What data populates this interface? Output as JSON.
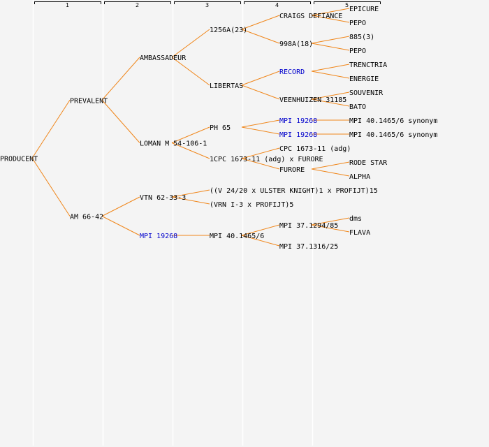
{
  "colors": {
    "background": "#f4f4f4",
    "edge": "#f0861a",
    "separator": "#ffffff",
    "text": "#000000",
    "link_text": "#0000cc",
    "ruler": "#000000"
  },
  "ruler": {
    "levels": [
      "1",
      "2",
      "3",
      "4",
      "5"
    ]
  },
  "tree": {
    "label": "PRODUCENT",
    "link": false,
    "children": [
      {
        "label": "PREVALENT",
        "link": false,
        "children": [
          {
            "label": "AMBASSADEUR",
            "link": false,
            "children": [
              {
                "label": "1256A(23)",
                "link": false,
                "children": [
                  {
                    "label": "CRAIGS DEFIANCE",
                    "link": false,
                    "children": [
                      {
                        "label": "EPICURE",
                        "link": false
                      },
                      {
                        "label": "PEPO",
                        "link": false
                      }
                    ]
                  },
                  {
                    "label": "998A(18)",
                    "link": false,
                    "children": [
                      {
                        "label": "885(3)",
                        "link": false
                      },
                      {
                        "label": "PEPO",
                        "link": false
                      }
                    ]
                  }
                ]
              },
              {
                "label": "LIBERTAS",
                "link": false,
                "children": [
                  {
                    "label": "RECORD",
                    "link": true,
                    "children": [
                      {
                        "label": "TRENCTRIA",
                        "link": false
                      },
                      {
                        "label": "ENERGIE",
                        "link": false
                      }
                    ]
                  },
                  {
                    "label": "VEENHUIZEN 31185",
                    "link": false,
                    "children": [
                      {
                        "label": "SOUVENIR",
                        "link": false
                      },
                      {
                        "label": "BATO",
                        "link": false
                      }
                    ]
                  }
                ]
              }
            ]
          },
          {
            "label": "LOMAN M 54-106-1",
            "link": false,
            "children": [
              {
                "label": "PH 65",
                "link": false,
                "children": [
                  {
                    "label": "MPI 19268",
                    "link": true,
                    "children": [
                      {
                        "label": "MPI 40.1465/6 synonym",
                        "link": false
                      }
                    ]
                  },
                  {
                    "label": "MPI 19268",
                    "link": true,
                    "children": [
                      {
                        "label": "MPI 40.1465/6 synonym",
                        "link": false
                      }
                    ]
                  }
                ]
              },
              {
                "label": "1CPC 1673-11 (adg) x FURORE",
                "link": false,
                "children": [
                  {
                    "label": "CPC 1673-11 (adg)",
                    "link": false
                  },
                  {
                    "label": "FURORE",
                    "link": false,
                    "children": [
                      {
                        "label": "RODE STAR",
                        "link": false
                      },
                      {
                        "label": "ALPHA",
                        "link": false
                      }
                    ]
                  }
                ]
              }
            ]
          }
        ]
      },
      {
        "label": "AM 66-42",
        "link": false,
        "children": [
          {
            "label": "VTN 62-33-3",
            "link": false,
            "children": [
              {
                "label": "((V 24/20 x ULSTER KNIGHT)1 x PROFIJT)15",
                "link": false
              },
              {
                "label": "(VRN I-3 x PROFIJT)5",
                "link": false
              }
            ]
          },
          {
            "label": "MPI 19268",
            "link": true,
            "children": [
              {
                "label": "MPI 40.1465/6",
                "link": false,
                "children": [
                  {
                    "label": "MPI 37.1294/85",
                    "link": false,
                    "children": [
                      {
                        "label": "dms",
                        "link": false
                      },
                      {
                        "label": "FLAVA",
                        "link": false
                      }
                    ]
                  },
                  {
                    "label": "MPI 37.1316/25",
                    "link": false
                  }
                ]
              }
            ]
          }
        ]
      }
    ]
  }
}
